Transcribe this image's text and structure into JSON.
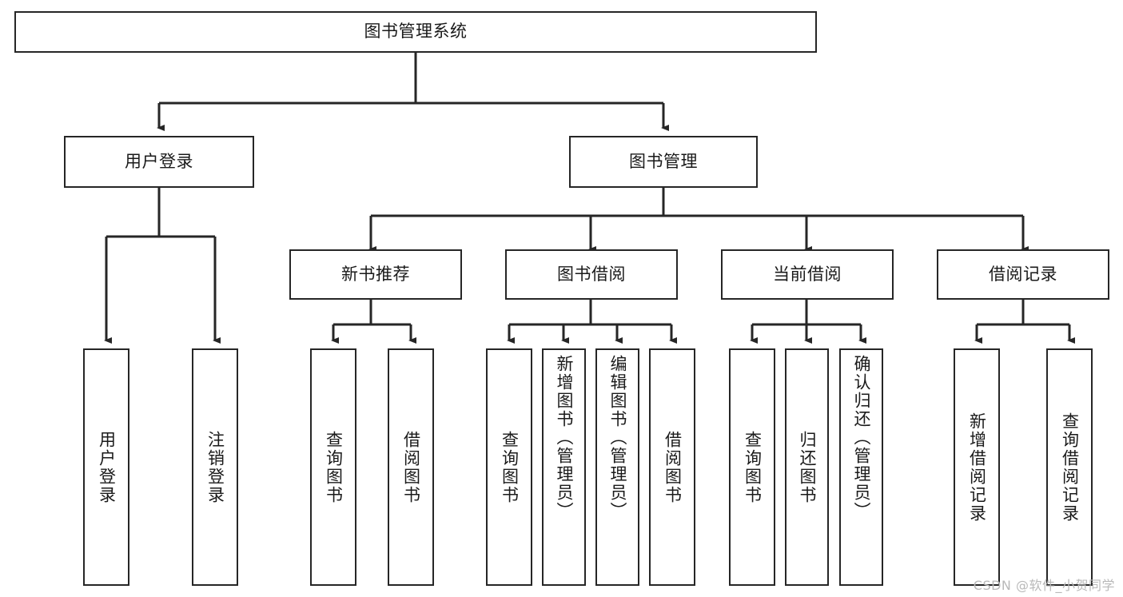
{
  "diagram": {
    "type": "tree-hierarchy",
    "title": "图书管理系统",
    "orientation": "top-down",
    "watermark": "CSDN @软件_小贺同学",
    "colors": {
      "background": "#ffffff",
      "box_fill": "#ffffff",
      "box_stroke": "#262626",
      "connector": "#262626",
      "text": "#1a1a1a",
      "watermark": "#b9b9b9"
    },
    "root": {
      "label": "图书管理系统",
      "orientation": "horizontal"
    },
    "level2": [
      {
        "label": "用户登录",
        "orientation": "horizontal"
      },
      {
        "label": "图书管理",
        "orientation": "horizontal"
      }
    ],
    "level3": [
      {
        "label": "新书推荐",
        "orientation": "horizontal",
        "parent": "图书管理"
      },
      {
        "label": "图书借阅",
        "orientation": "horizontal",
        "parent": "图书管理"
      },
      {
        "label": "当前借阅",
        "orientation": "horizontal",
        "parent": "图书管理"
      },
      {
        "label": "借阅记录",
        "orientation": "horizontal",
        "parent": "图书管理"
      }
    ],
    "leaves": {
      "user_login": [
        {
          "label": "用户登录",
          "orientation": "vertical"
        },
        {
          "label": "注销登录",
          "orientation": "vertical"
        }
      ],
      "new_book_recommend": [
        {
          "label": "查询图书",
          "orientation": "vertical"
        },
        {
          "label": "借阅图书",
          "orientation": "vertical"
        }
      ],
      "book_borrow": [
        {
          "label": "查询图书",
          "orientation": "vertical"
        },
        {
          "label": "新增图书（管理员）",
          "orientation": "vertical"
        },
        {
          "label": "编辑图书（管理员）",
          "orientation": "vertical"
        },
        {
          "label": "借阅图书",
          "orientation": "vertical"
        }
      ],
      "current_borrow": [
        {
          "label": "查询图书",
          "orientation": "vertical"
        },
        {
          "label": "归还图书",
          "orientation": "vertical"
        },
        {
          "label": "确认归还（管理员）",
          "orientation": "vertical"
        }
      ],
      "borrow_record": [
        {
          "label": "新增借阅记录",
          "orientation": "vertical"
        },
        {
          "label": "查询借阅记录",
          "orientation": "vertical"
        }
      ]
    }
  }
}
